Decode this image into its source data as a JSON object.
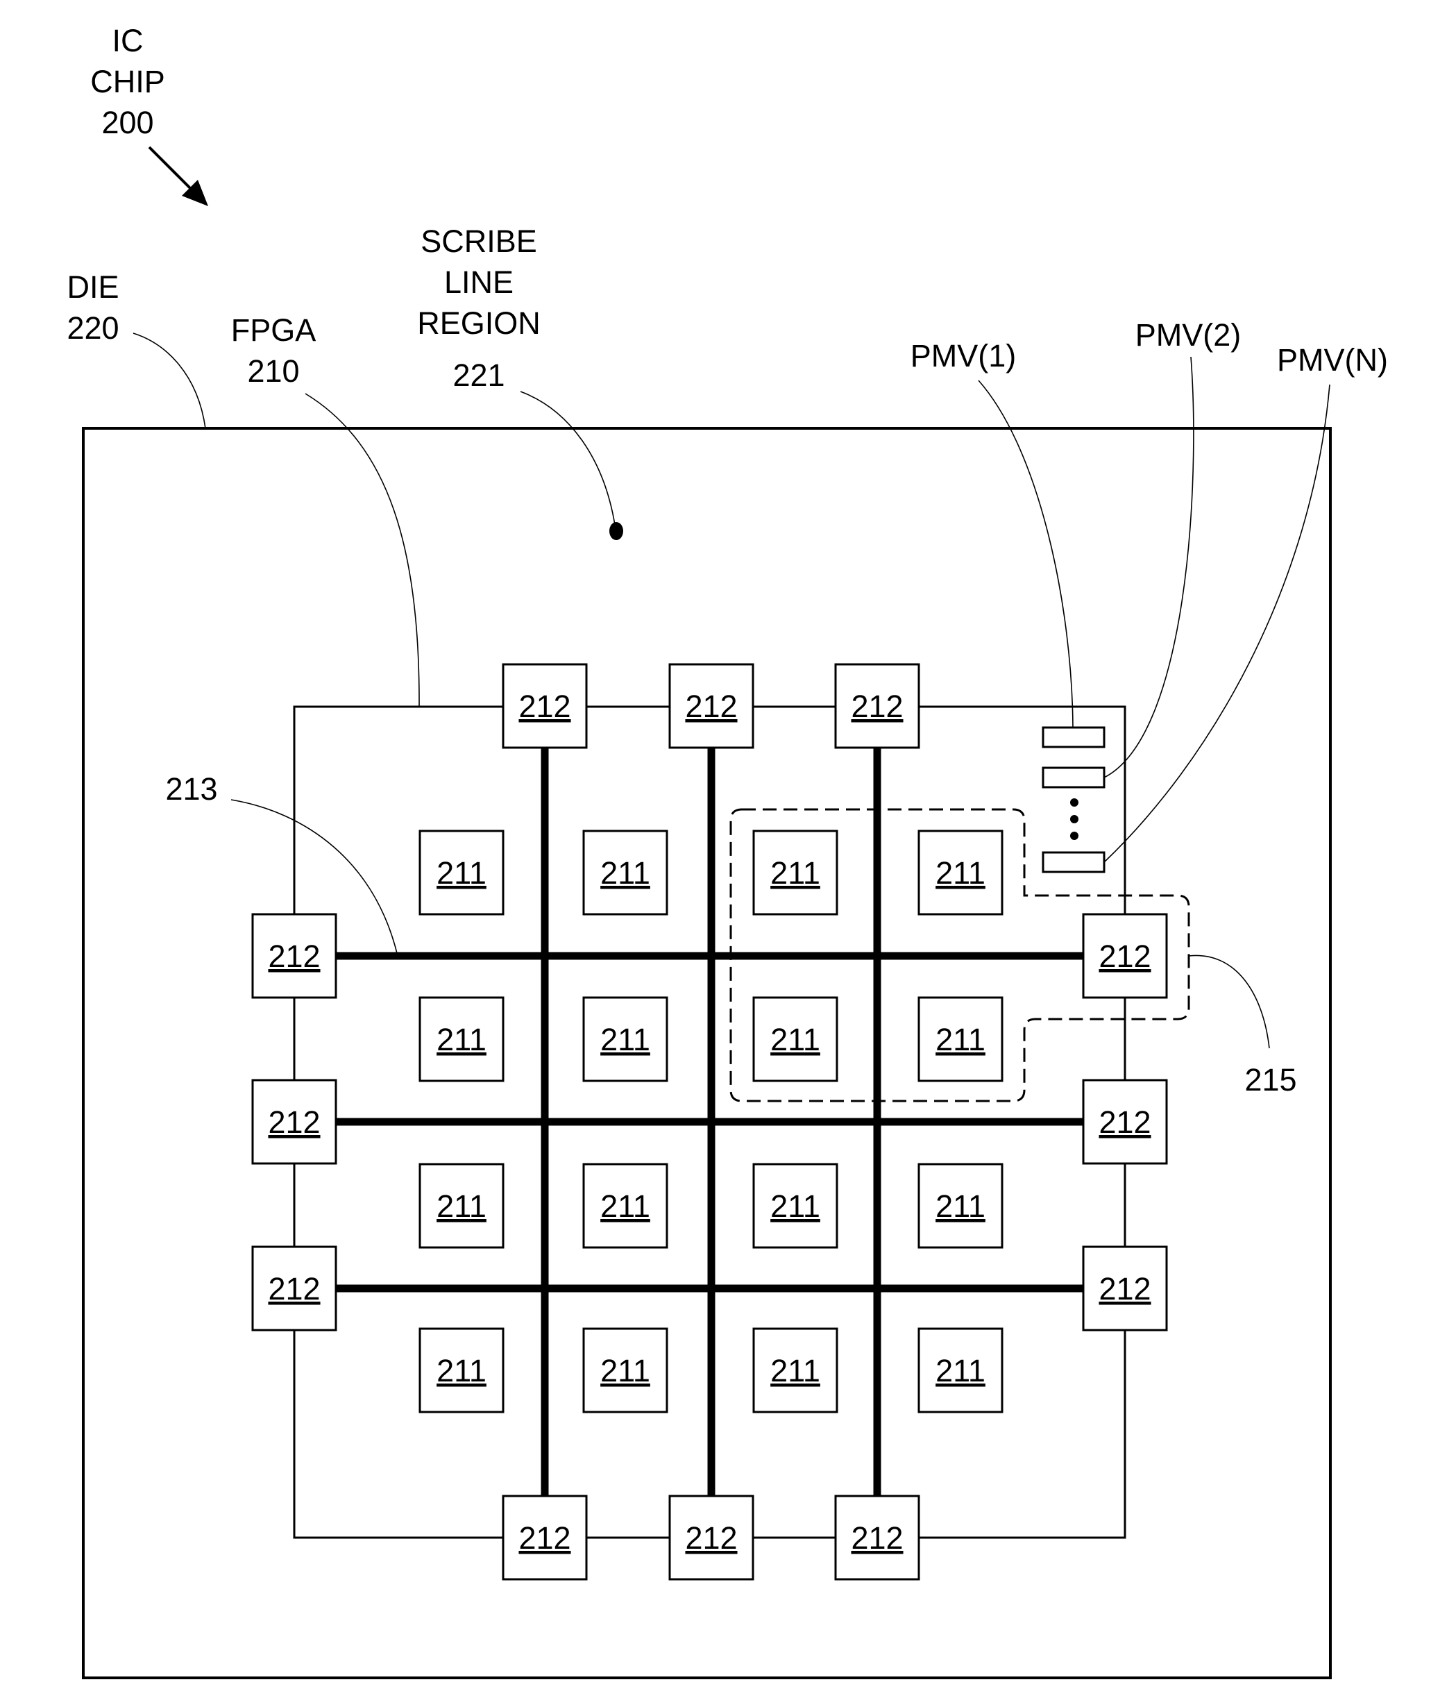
{
  "labels": {
    "ic_chip": [
      "IC",
      "CHIP",
      "200"
    ],
    "die": [
      "DIE",
      "220"
    ],
    "fpga": [
      "FPGA",
      "210"
    ],
    "scribe": [
      "SCRIBE",
      "LINE",
      "REGION",
      "221"
    ],
    "pmv1": "PMV(1)",
    "pmv2": "PMV(2)",
    "pmvn": "PMV(N)",
    "ref_213": "213",
    "ref_215": "215"
  },
  "tile_label": "211",
  "io_label": "212",
  "pmv_count_shown": 3
}
